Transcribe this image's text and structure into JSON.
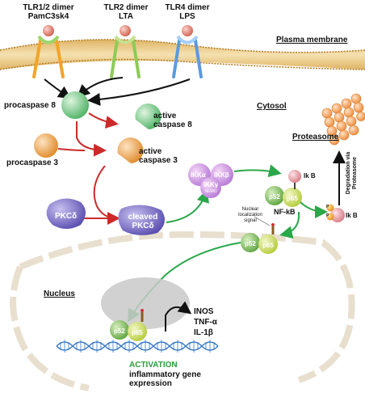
{
  "receptors": {
    "tlr12": {
      "line1": "TLR1/2 dimer",
      "line2": "PamC3sk4"
    },
    "tlr2": {
      "line1": "TLR2 dimer",
      "line2": "LTA"
    },
    "tlr4": {
      "line1": "TLR4 dimer",
      "line2": "LPS"
    }
  },
  "labels": {
    "plasma_membrane": "Plasma membrane",
    "cytosol": "Cytosol",
    "proteasome": "Proteasome",
    "nucleus": "Nucleus",
    "procaspase8": "procaspase 8",
    "procaspase3": "procaspase 3",
    "active_casp8_l1": "active",
    "active_casp8_l2": "caspase 8",
    "active_casp3_l1": "active",
    "active_casp3_l2": "caspase 3",
    "pkcd": "PKCδ",
    "cleaved_l1": "cleaved",
    "cleaved_l2": "PKCδ",
    "ikka": "IKKα",
    "ikkb": "IKKβ",
    "ikkg": "IKKγ",
    "nemo": "NEMO",
    "ikb1": "Ik B",
    "ikb2": "Ik B",
    "p52_a": "p52",
    "p65_a": "p65",
    "p52_b": "p52",
    "p65_b": "p65",
    "p52_c": "p52",
    "p65_c": "p65",
    "nfkb": "NF-kB",
    "nls_l1": "Nuclear",
    "nls_l2": "localization",
    "nls_l3": "signal",
    "p1": "P",
    "p2": "P",
    "degradation_l1": "Degradation via",
    "degradation_l2": "Proteasome",
    "inos": "INOS",
    "tnf": "TNF-α",
    "il1": "IL-1β",
    "activation": "ACTIVATION",
    "gene_l1": "inflammatory gene",
    "gene_l2": "expression"
  },
  "colors": {
    "activating_arrow": "#2aa84a",
    "cleavage_arrow": "#cc2a2a",
    "black_arrow": "#111111",
    "caspase8": "#7fcf8a",
    "caspase3": "#f0a050",
    "pkc": "#7a6fc0",
    "ikk": "#b888d8",
    "p52": "#8cc060",
    "p65": "#c8dd55",
    "ikb": "#e89aa0",
    "proteasome": "#f4a060",
    "dna": "#3a7ac8"
  }
}
